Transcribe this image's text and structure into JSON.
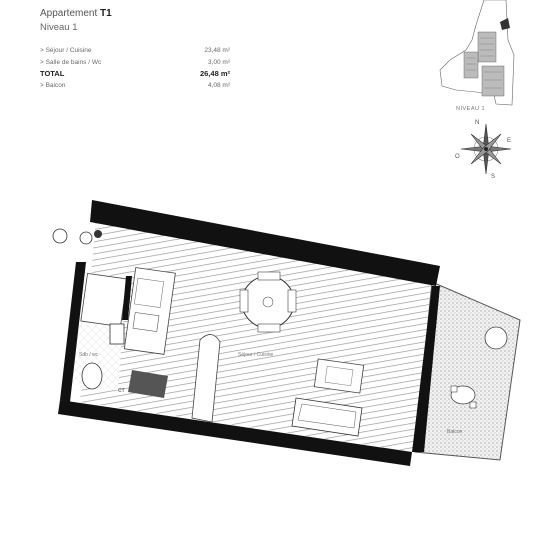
{
  "header": {
    "title_prefix": "Appartement",
    "title_unit": "T1",
    "level": "Niveau 1"
  },
  "areas": [
    {
      "label": "> Séjour / Cuisine",
      "value": "23,48 m²"
    },
    {
      "label": "> Salle de bains / Wc",
      "value": "3,00 m²"
    },
    {
      "label": "TOTAL",
      "value": "26,48 m²",
      "total": true
    },
    {
      "label": "> Balcon",
      "value": "4,08 m²"
    }
  ],
  "locator": {
    "label": "NIVEAU 1"
  },
  "compass": {
    "n": "N",
    "e": "E",
    "s": "S",
    "o": "O"
  },
  "rooms": {
    "bathroom": "Sdb / wc",
    "wc_tag": "CT",
    "living": "Séjour / Cuisine",
    "balcony": "Balcon"
  },
  "colors": {
    "wall": "#111111",
    "hatch": "#9a9a9a",
    "line": "#555555"
  }
}
